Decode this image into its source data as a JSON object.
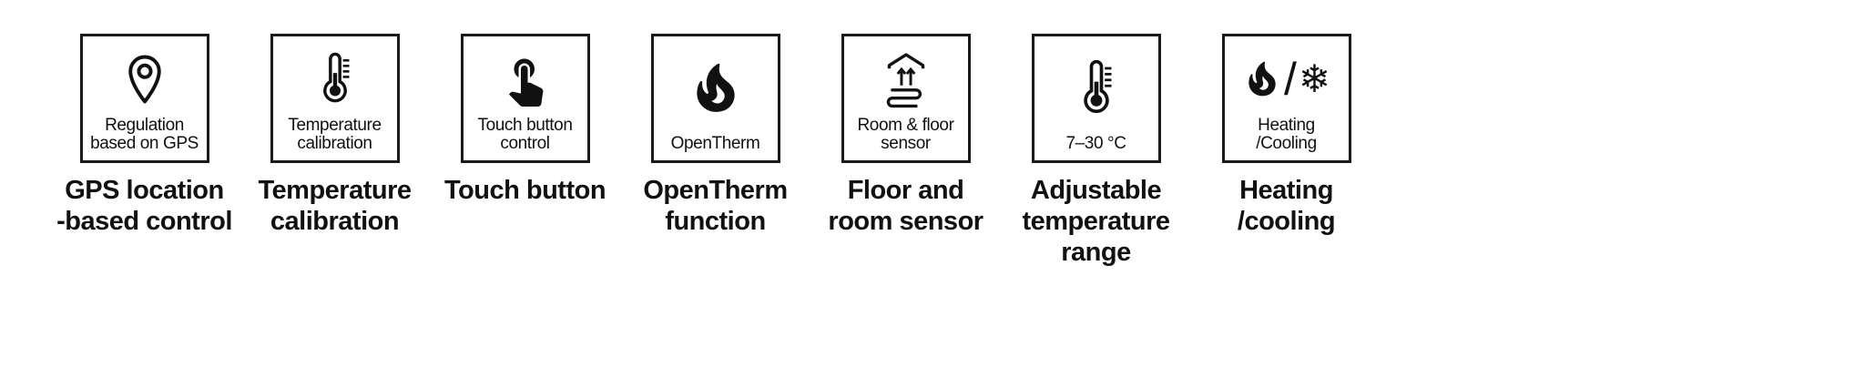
{
  "colors": {
    "ink": "#111111",
    "border": "#1a1a1a",
    "background": "#ffffff"
  },
  "items": [
    {
      "icon": "gps-pin-icon",
      "box_label": [
        "Regulation",
        "based on GPS"
      ],
      "caption": [
        "GPS location",
        "-based control"
      ]
    },
    {
      "icon": "thermometer-icon",
      "box_label": [
        "Temperature",
        "calibration"
      ],
      "caption": [
        "Temperature",
        "calibration"
      ]
    },
    {
      "icon": "touch-hand-icon",
      "box_label": [
        "Touch button",
        "control"
      ],
      "caption": [
        "Touch button"
      ]
    },
    {
      "icon": "flame-icon",
      "box_label": [
        "OpenTherm"
      ],
      "caption": [
        "OpenTherm",
        "function"
      ]
    },
    {
      "icon": "roof-arrows-floor-icon",
      "box_label": [
        "Room & floor",
        "sensor"
      ],
      "caption": [
        "Floor and",
        "room sensor"
      ]
    },
    {
      "icon": "thermometer-icon",
      "box_label": [
        "7–30 °C"
      ],
      "caption": [
        "Adjustable",
        "temperature",
        "range"
      ]
    },
    {
      "icon": "flame-snowflake-icon",
      "box_label": [
        "Heating",
        "/Cooling"
      ],
      "caption": [
        "Heating",
        "/cooling"
      ],
      "glyphs": {
        "slash": "/",
        "snowflake": "❄"
      }
    }
  ]
}
